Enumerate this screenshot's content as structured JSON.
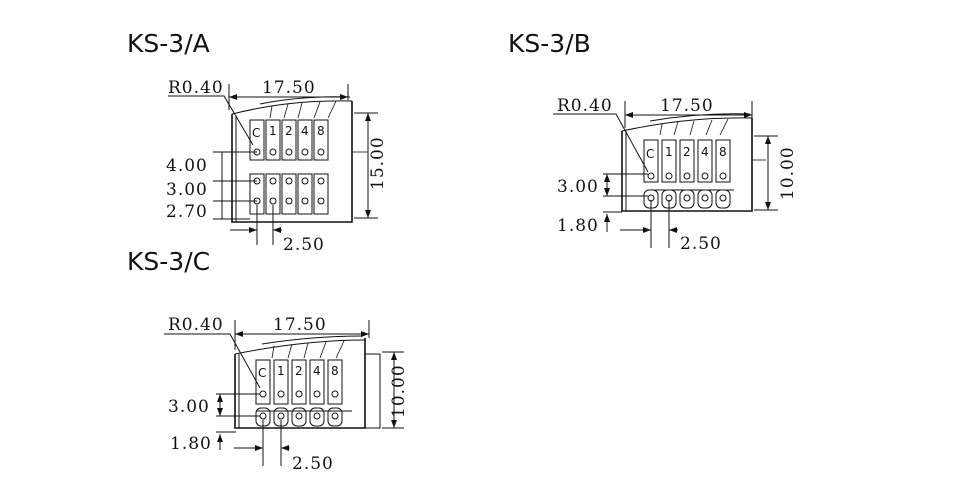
{
  "figures": [
    {
      "title": "KS-3/A",
      "radius": "R0.40",
      "width": "17.50",
      "height": "15.00",
      "row_dims": [
        "4.00",
        "3.00",
        "2.70"
      ],
      "pitch": "2.50",
      "pins": [
        "C",
        "1",
        "2",
        "4",
        "8"
      ]
    },
    {
      "title": "KS-3/B",
      "radius": "R0.40",
      "width": "17.50",
      "height": "10.00",
      "row_dim": "3.00",
      "offset": "1.80",
      "pitch": "2.50",
      "pins": [
        "C",
        "1",
        "2",
        "4",
        "8"
      ]
    },
    {
      "title": "KS-3/C",
      "radius": "R0.40",
      "width": "17.50",
      "height": "10.00",
      "row_dim": "3.00",
      "offset": "1.80",
      "pitch": "2.50",
      "pins": [
        "C",
        "1",
        "2",
        "4",
        "8"
      ]
    }
  ]
}
